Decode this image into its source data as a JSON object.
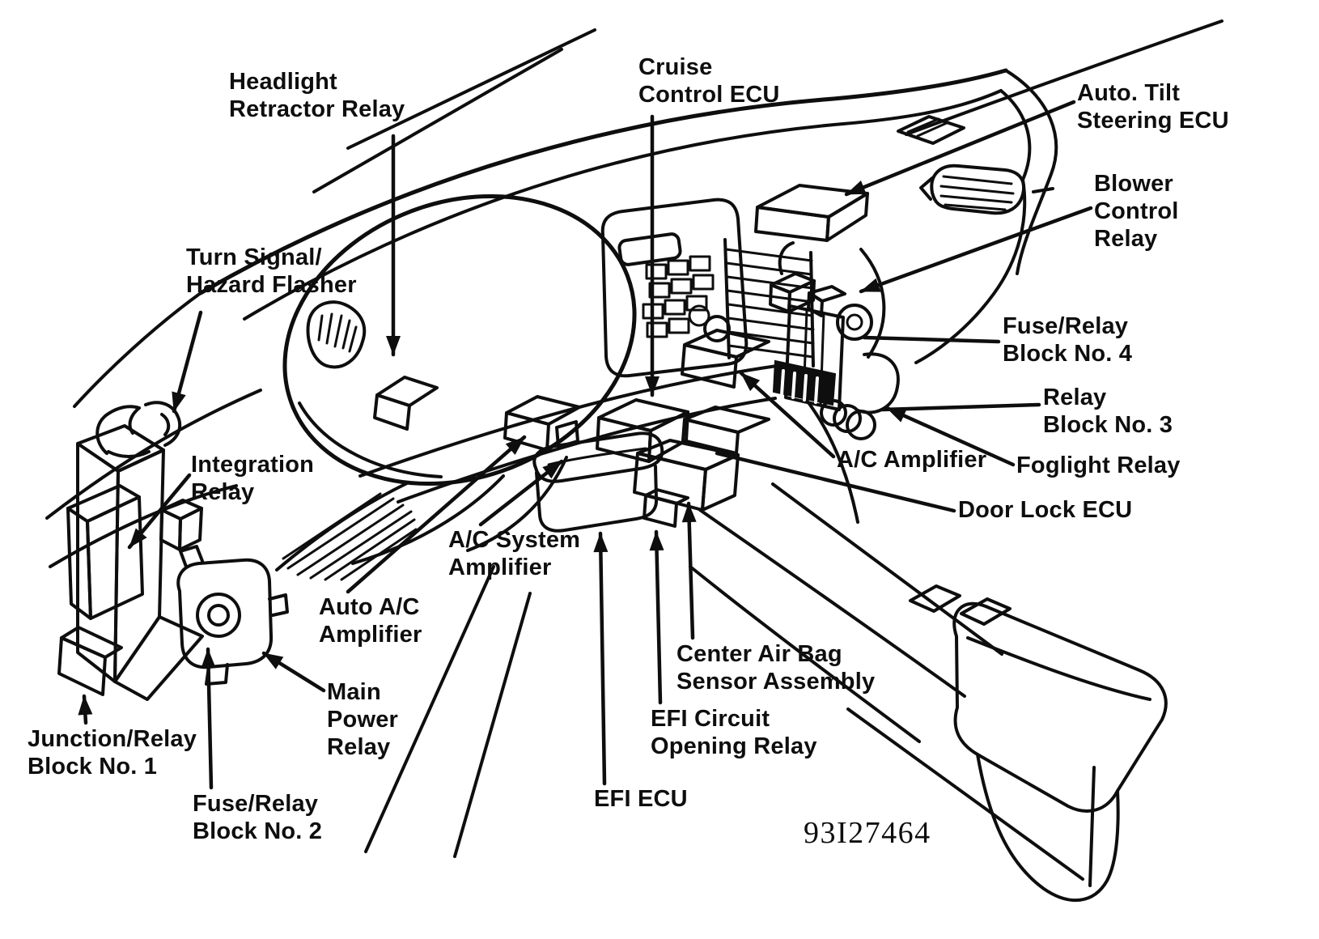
{
  "figure": {
    "kind": "dashboard relay and ECU location illustration",
    "part_number": "93I27464",
    "colors": {
      "ink": "#0e0e0e",
      "background": "#ffffff"
    }
  },
  "labels": [
    {
      "id": "headlight-retractor-relay",
      "lines": [
        "Headlight",
        "Retractor Relay"
      ]
    },
    {
      "id": "cruise-control-ecu",
      "lines": [
        "Cruise",
        "Control ECU"
      ]
    },
    {
      "id": "auto-tilt-steering-ecu",
      "lines": [
        "Auto. Tilt",
        "Steering ECU"
      ]
    },
    {
      "id": "blower-control-relay",
      "lines": [
        "Blower",
        "Control",
        "Relay"
      ]
    },
    {
      "id": "turn-signal-hazard-flasher",
      "lines": [
        "Turn Signal/",
        "Hazard Flasher"
      ]
    },
    {
      "id": "fuse-relay-block-4",
      "lines": [
        "Fuse/Relay",
        "Block No. 4"
      ]
    },
    {
      "id": "relay-block-3",
      "lines": [
        "Relay",
        "Block No. 3"
      ]
    },
    {
      "id": "ac-amplifier",
      "lines": [
        "A/C Amplifier"
      ]
    },
    {
      "id": "foglight-relay",
      "lines": [
        "Foglight Relay"
      ]
    },
    {
      "id": "integration-relay",
      "lines": [
        "Integration",
        "Relay"
      ]
    },
    {
      "id": "door-lock-ecu",
      "lines": [
        "Door Lock ECU"
      ]
    },
    {
      "id": "ac-system-amplifier",
      "lines": [
        "A/C System",
        "Amplifier"
      ]
    },
    {
      "id": "auto-ac-amplifier",
      "lines": [
        "Auto A/C",
        "Amplifier"
      ]
    },
    {
      "id": "main-power-relay",
      "lines": [
        "Main",
        "Power",
        "Relay"
      ]
    },
    {
      "id": "center-air-bag-sensor",
      "lines": [
        "Center Air Bag",
        "Sensor Assembly"
      ]
    },
    {
      "id": "efi-circuit-opening-relay",
      "lines": [
        "EFI Circuit",
        "Opening Relay"
      ]
    },
    {
      "id": "junction-relay-block-1",
      "lines": [
        "Junction/Relay",
        "Block No. 1"
      ]
    },
    {
      "id": "fuse-relay-block-2",
      "lines": [
        "Fuse/Relay",
        "Block No. 2"
      ]
    },
    {
      "id": "efi-ecu",
      "lines": [
        "EFI ECU"
      ]
    },
    {
      "id": "part-number",
      "lines": [
        "93I27464"
      ]
    }
  ]
}
